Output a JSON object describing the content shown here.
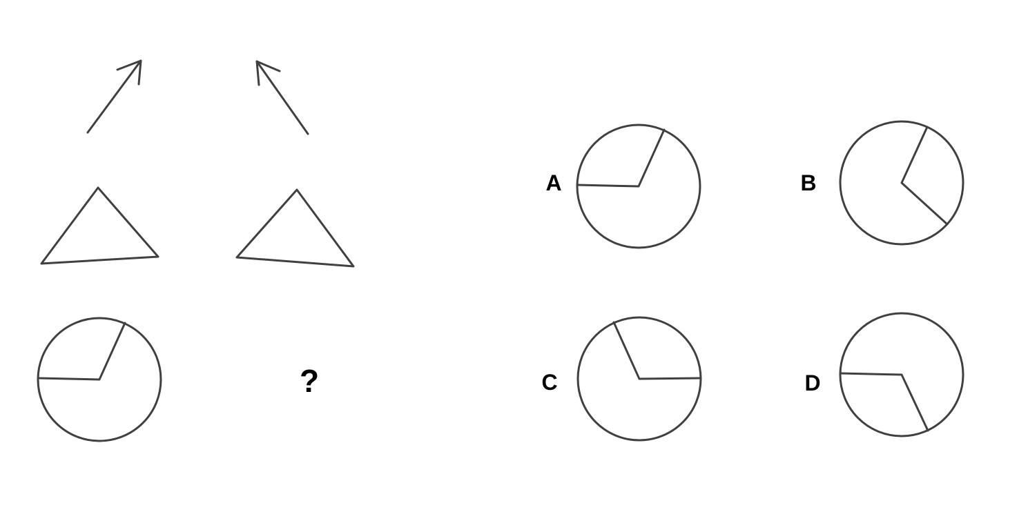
{
  "question": {
    "mark": "?"
  },
  "options": [
    {
      "label": "A"
    },
    {
      "label": "B"
    },
    {
      "label": "C"
    },
    {
      "label": "D"
    }
  ],
  "colors": {
    "stroke": "#404040",
    "text": "#000000",
    "background": "#ffffff"
  },
  "icons": {
    "arrow": "arrow-icon",
    "triangle": "triangle-icon",
    "sector-circle": "sector-circle-icon"
  }
}
